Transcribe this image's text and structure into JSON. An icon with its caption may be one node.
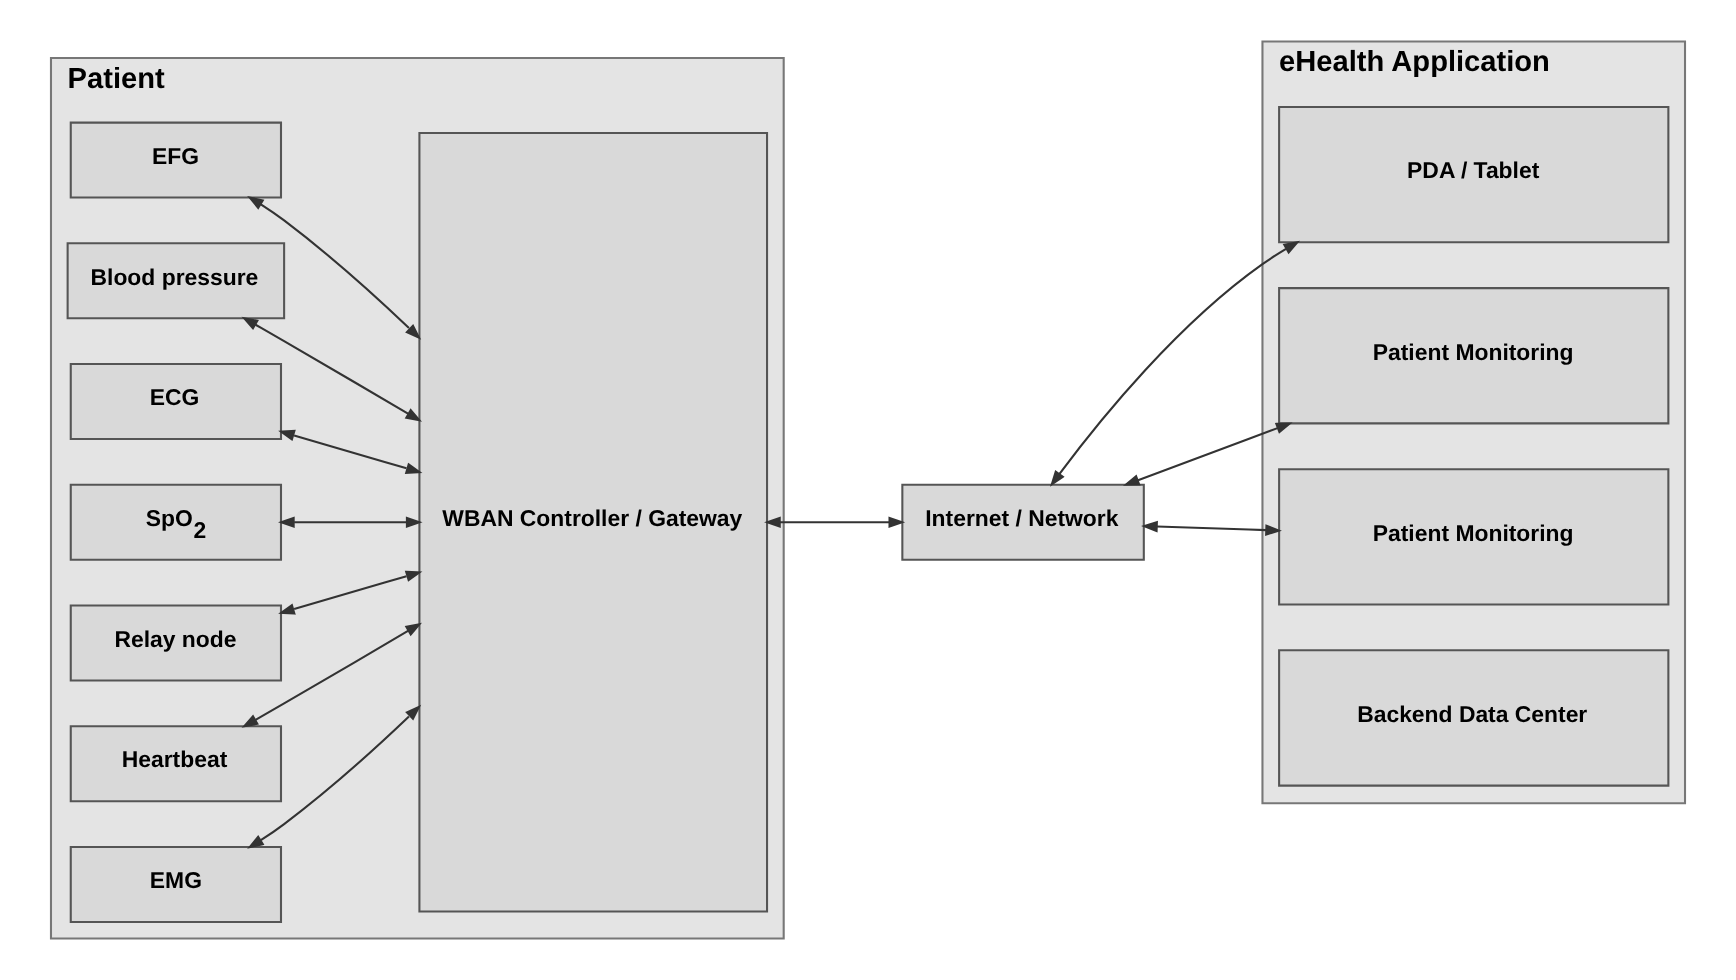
{
  "diagram": {
    "nodes": [
      {
        "text": [
          "Patient"
        ]
      },
      {
        "text": [
          "EFG"
        ],
        "in": 0
      },
      {
        "text": [
          "Blood pressure"
        ],
        "in": 0
      },
      {
        "text": [
          "ECG"
        ],
        "in": 0
      },
      {
        "text": [
          "SpO$_{2}$"
        ],
        "in": 0
      },
      {
        "text": [
          "Relay node"
        ],
        "in": 0
      },
      {
        "text": [
          "Heartbeat"
        ],
        "in": 0
      },
      {
        "text": [
          "EMG"
        ],
        "in": 0
      },
      {
        "text": [
          "WBAN Controller / Gateway"
        ],
        "in": 0
      },
      {
        "text": [
          "Internet / Network"
        ]
      },
      {
        "text": [
          "eHealth Application"
        ]
      },
      {
        "text": [
          "PDA / Tablet"
        ],
        "in": 10
      },
      {
        "text": [
          "Patient Monitoring"
        ],
        "in": 10
      },
      {
        "text": [
          "Patient Monitoring"
        ],
        "in": 10
      },
      {
        "text": [
          "Backend Data Center"
        ],
        "in": 10
      }
    ],
    "edges": [
      {
        "from": 1,
        "to": 8,
        "arrow": "both"
      },
      {
        "from": 2,
        "to": 8,
        "arrow": "both"
      },
      {
        "from": 3,
        "to": 8,
        "arrow": "both"
      },
      {
        "from": 4,
        "to": 8,
        "arrow": "both"
      },
      {
        "from": 5,
        "to": 8,
        "arrow": "both"
      },
      {
        "from": 6,
        "to": 8,
        "arrow": "both"
      },
      {
        "from": 7,
        "to": 8,
        "arrow": "both"
      },
      {
        "from": 8,
        "to": 9,
        "arrow": "both"
      },
      {
        "from": 9,
        "to": 11,
        "arrow": "both"
      },
      {
        "from": 9,
        "to": 12,
        "arrow": "both"
      },
      {
        "from": 9,
        "to": 13,
        "arrow": "both"
      }
    ]
  }
}
